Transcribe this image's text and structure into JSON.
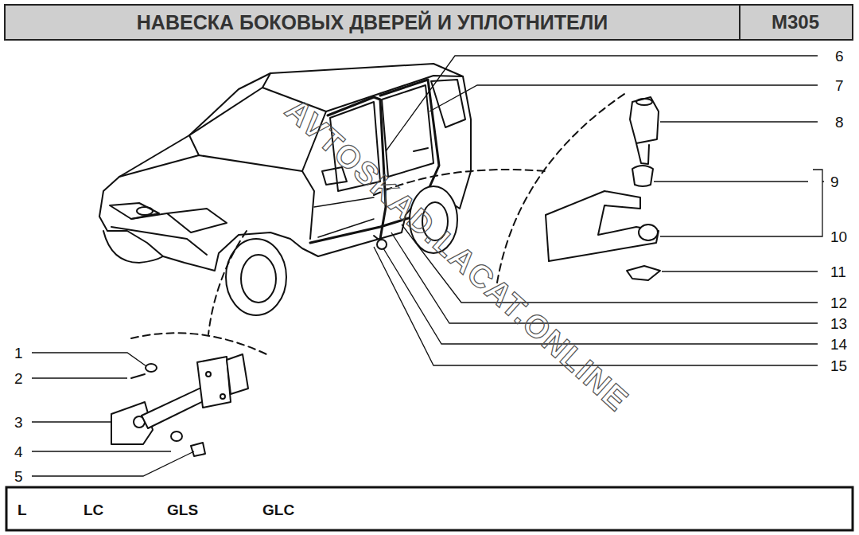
{
  "diagram": {
    "title": "НАВЕСКА БОКОВЫХ ДВЕРЕЙ И УПЛОТНИТЕЛИ",
    "labels": [
      "М305",
      "6",
      "7",
      "8",
      "9",
      "10",
      "11",
      "12",
      "13",
      "14",
      "15",
      "1",
      "2",
      "3",
      "4",
      "5",
      "L",
      "LC",
      "GLS",
      "GLC",
      "AVTOSKAD.LACAT.ONLINE"
    ]
  }
}
